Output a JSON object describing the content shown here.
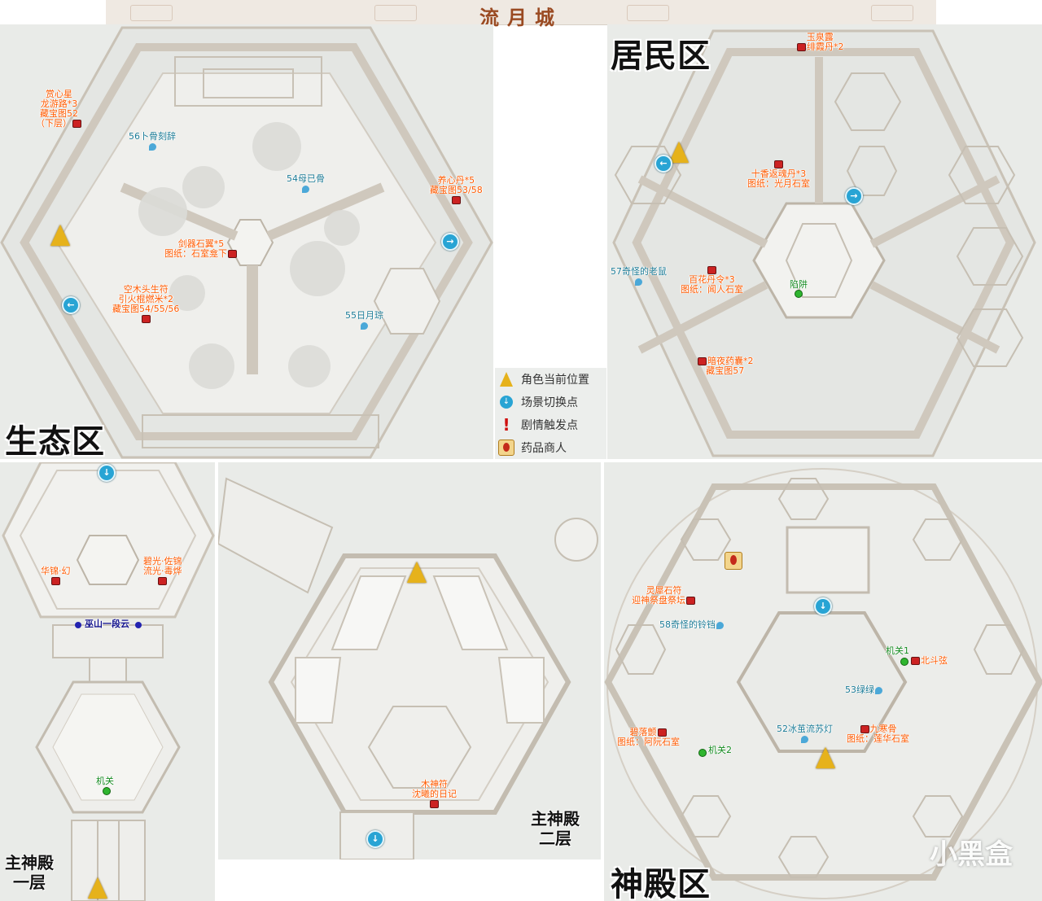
{
  "title": "流月城",
  "regions": {
    "eco": "生态区",
    "residential": "居民区",
    "temple": "神殿区",
    "main1": "主神殿\n一层",
    "main2": "主神殿\n二层"
  },
  "main1_label": {
    "line1": "主神殿",
    "line2": "一层"
  },
  "main2_label": {
    "line1": "主神殿",
    "line2": "二层"
  },
  "legend": [
    {
      "icon": "player-arrow-icon",
      "label": "角色当前位置"
    },
    {
      "icon": "scene-switch-icon",
      "label": "场景切换点"
    },
    {
      "icon": "story-trigger-icon",
      "label": "剧情触发点"
    },
    {
      "icon": "medicine-merchant-icon",
      "label": "药品商人"
    }
  ],
  "eco_notes": {
    "a": [
      "赏心星",
      "龙游路*3",
      "藏宝图52",
      "（下层）"
    ],
    "b": "56卜骨刻辞",
    "c": "54母已骨",
    "d": [
      "养心丹*5",
      "藏宝图53/58"
    ],
    "e": [
      "剑器石翼*5",
      "图纸：石室龛下"
    ],
    "f": [
      "空木头生符",
      "引火棍燃米*2",
      "藏宝图54/55/56"
    ],
    "g": "55日月琮"
  },
  "res_notes": {
    "a": [
      "玉泉露",
      "绯霞丹*2"
    ],
    "b": [
      "十香返魂丹*3",
      "图纸：光月石室"
    ],
    "c": "57奇怪的老鼠",
    "d": [
      "百花丹令*3",
      "图纸：闻人石室"
    ],
    "e": "陷阱",
    "f": [
      "暗夜药囊*2",
      "藏宝图57"
    ]
  },
  "main1_notes": {
    "a": "华锦·幻",
    "b": [
      "碧光·佐锦",
      "流光·毒烨"
    ],
    "c": "巫山一段云",
    "d": "机关"
  },
  "main2_notes": {
    "a": [
      "木神符",
      "沈曦的日记"
    ]
  },
  "temple_notes": {
    "a": [
      "灵犀石符",
      "迎神祭盘祭坛"
    ],
    "b": "58奇怪的铃铛",
    "c": "机关1",
    "d": "北斗弦",
    "e": "53绿绿",
    "f": "52冰茧流苏灯",
    "g": [
      "九寒骨",
      "图纸：莲华石室"
    ],
    "h": [
      "碧落颤",
      "图纸：阿阮石室"
    ],
    "i": "机关2"
  },
  "watermark": "小黑盒"
}
